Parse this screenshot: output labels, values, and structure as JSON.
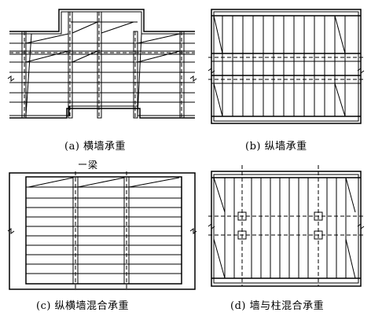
{
  "panels": [
    {
      "id": "a",
      "caption": "(a) 横墙承重"
    },
    {
      "id": "b",
      "caption": "(b) 纵墙承重"
    },
    {
      "id": "c",
      "caption": "(c) 纵横墙混合承重",
      "annotation": "梁"
    },
    {
      "id": "d",
      "caption": "(d) 墙与柱混合承重"
    }
  ],
  "colors": {
    "line": "#000000",
    "background": "#ffffff"
  }
}
